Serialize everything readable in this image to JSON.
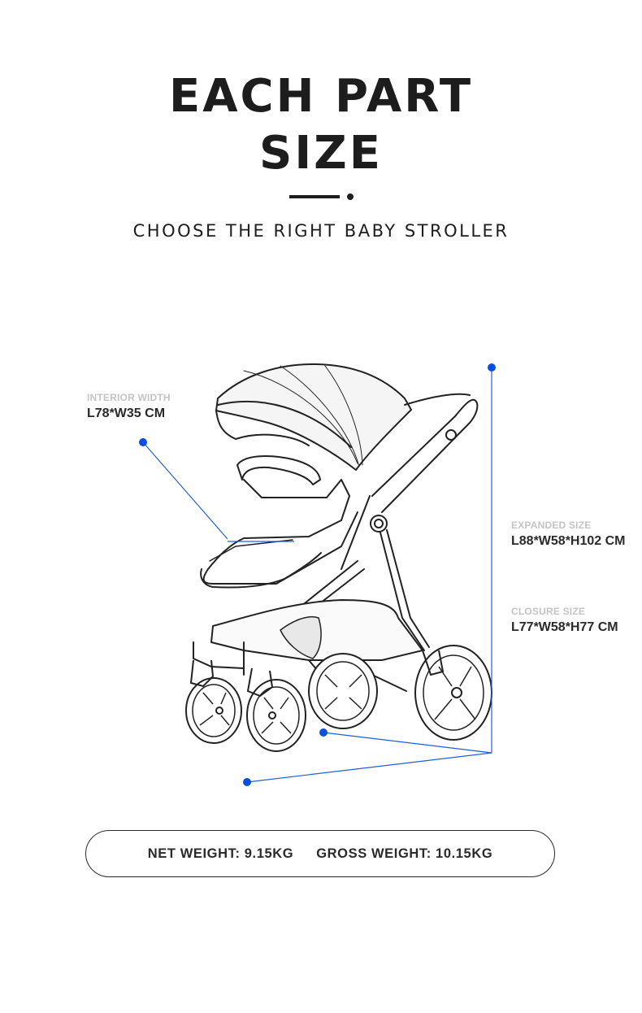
{
  "header": {
    "title_line1": "EACH PART",
    "title_line2": "SIZE",
    "subtitle": "CHOOSE THE RIGHT BABY STROLLER"
  },
  "dimensions": {
    "interior": {
      "caption": "INTERIOR WIDTH",
      "value": "L78*W35 CM"
    },
    "expanded": {
      "caption": "EXPANDED SIZE",
      "value": "L88*W58*H102 CM"
    },
    "closure": {
      "caption": "CLOSURE SIZE",
      "value": "L77*W58*H77 CM"
    }
  },
  "weights": {
    "net": "NET WEIGHT: 9.15KG",
    "gross": "GROSS WEIGHT: 10.15KG"
  },
  "colors": {
    "accent_line": "#1f5fd6",
    "accent_dot": "#0a4fe0",
    "text_dark": "#2a2a2a",
    "caption_gray": "#c4c4c4"
  },
  "illustration": {
    "subject": "baby-stroller-line-drawing"
  }
}
